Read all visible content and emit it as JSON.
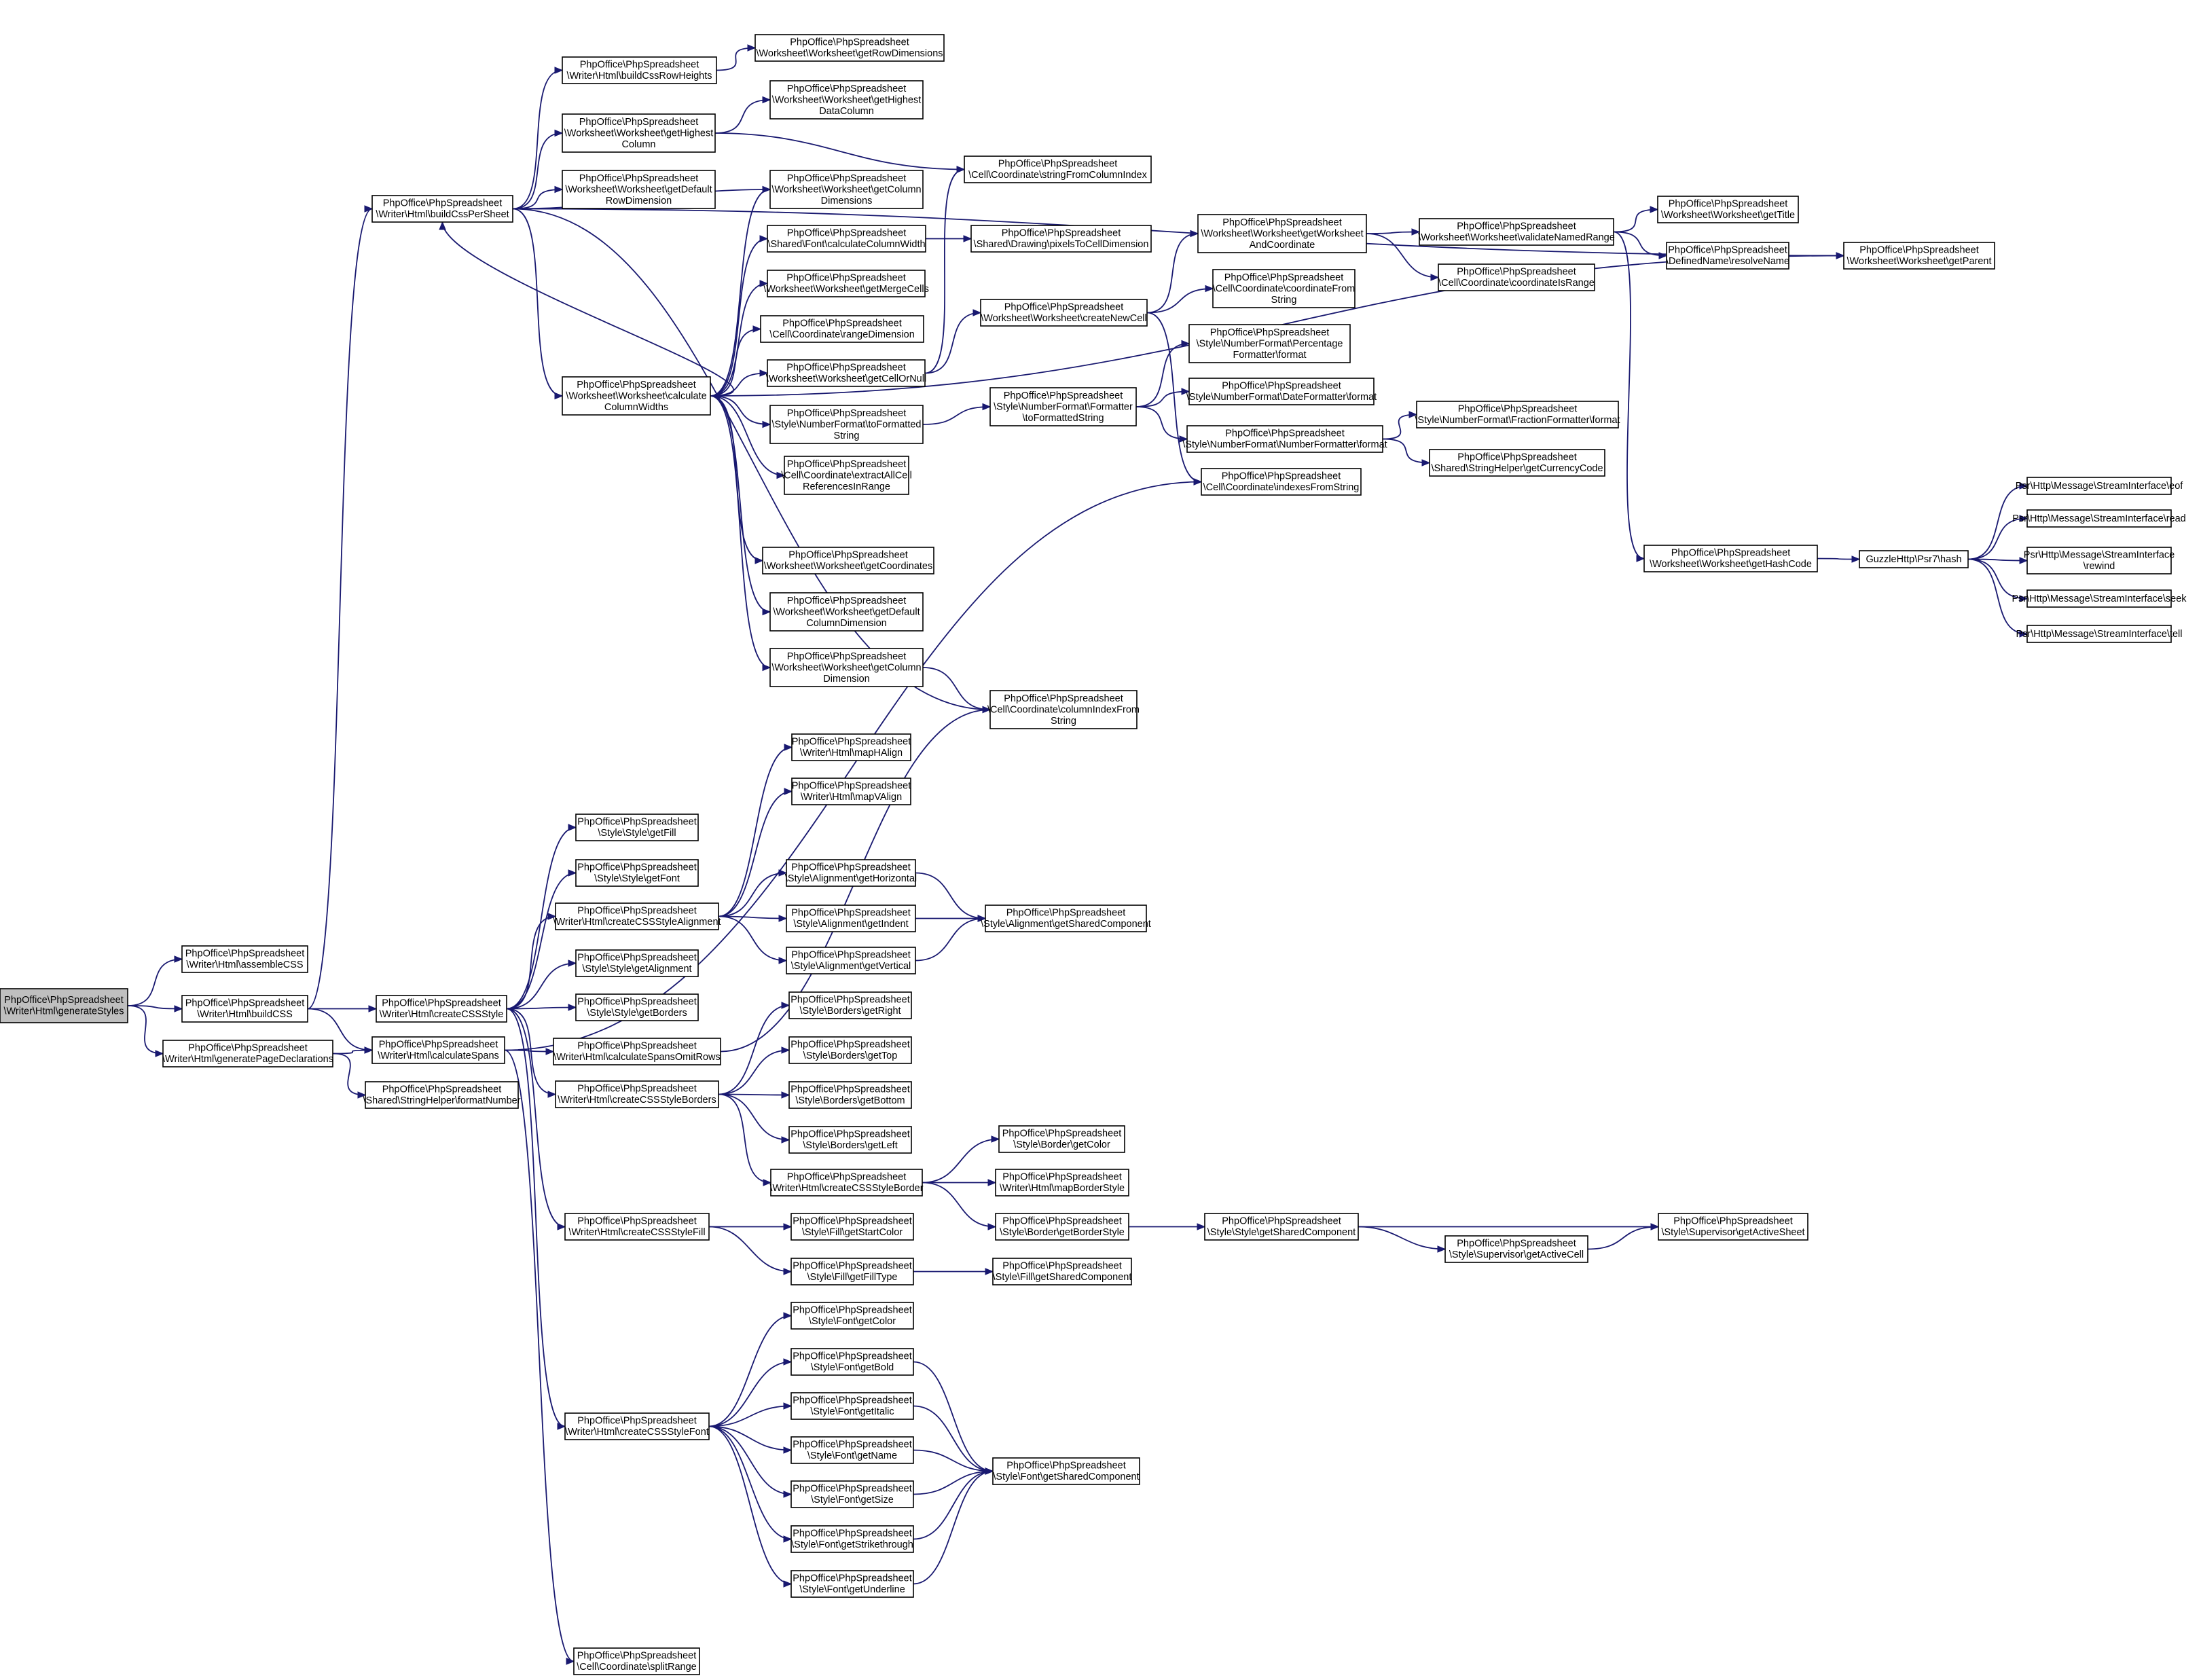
{
  "nodes": [
    {
      "id": "generateStyles",
      "lines": [
        "PhpOffice\\PhpSpreadsheet",
        "\\Writer\\Html\\generateStyles"
      ],
      "root": true
    },
    {
      "id": "assembleCSS",
      "lines": [
        "PhpOffice\\PhpSpreadsheet",
        "\\Writer\\Html\\assembleCSS"
      ]
    },
    {
      "id": "buildCSS",
      "lines": [
        "PhpOffice\\PhpSpreadsheet",
        "\\Writer\\Html\\buildCSS"
      ]
    },
    {
      "id": "generatePageDeclarations",
      "lines": [
        "PhpOffice\\PhpSpreadsheet",
        "\\Writer\\Html\\generatePageDeclarations"
      ]
    },
    {
      "id": "buildCssPerSheet",
      "lines": [
        "PhpOffice\\PhpSpreadsheet",
        "\\Writer\\Html\\buildCssPerSheet"
      ]
    },
    {
      "id": "createCSSStyle",
      "lines": [
        "PhpOffice\\PhpSpreadsheet",
        "\\Writer\\Html\\createCSSStyle"
      ]
    },
    {
      "id": "calculateSpans",
      "lines": [
        "PhpOffice\\PhpSpreadsheet",
        "\\Writer\\Html\\calculateSpans"
      ]
    },
    {
      "id": "formatNumber",
      "lines": [
        "PhpOffice\\PhpSpreadsheet",
        "\\Shared\\StringHelper\\formatNumber"
      ]
    },
    {
      "id": "buildCssRowHeights",
      "lines": [
        "PhpOffice\\PhpSpreadsheet",
        "\\Writer\\Html\\buildCssRowHeights"
      ]
    },
    {
      "id": "getHighestColumn",
      "lines": [
        "PhpOffice\\PhpSpreadsheet",
        "\\Worksheet\\Worksheet\\getHighest",
        "Column"
      ]
    },
    {
      "id": "getDefaultRowDimension",
      "lines": [
        "PhpOffice\\PhpSpreadsheet",
        "\\Worksheet\\Worksheet\\getDefault",
        "RowDimension"
      ]
    },
    {
      "id": "calculateColumnWidths",
      "lines": [
        "PhpOffice\\PhpSpreadsheet",
        "\\Worksheet\\Worksheet\\calculate",
        "ColumnWidths"
      ]
    },
    {
      "id": "getRowDimensions",
      "lines": [
        "PhpOffice\\PhpSpreadsheet",
        "\\Worksheet\\Worksheet\\getRowDimensions"
      ]
    },
    {
      "id": "getHighestDataColumn",
      "lines": [
        "PhpOffice\\PhpSpreadsheet",
        "\\Worksheet\\Worksheet\\getHighest",
        "DataColumn"
      ]
    },
    {
      "id": "getColumnDimensions",
      "lines": [
        "PhpOffice\\PhpSpreadsheet",
        "\\Worksheet\\Worksheet\\getColumn",
        "Dimensions"
      ]
    },
    {
      "id": "calculateColumnWidth",
      "lines": [
        "PhpOffice\\PhpSpreadsheet",
        "\\Shared\\Font\\calculateColumnWidth"
      ]
    },
    {
      "id": "getMergeCells",
      "lines": [
        "PhpOffice\\PhpSpreadsheet",
        "\\Worksheet\\Worksheet\\getMergeCells"
      ]
    },
    {
      "id": "rangeDimension",
      "lines": [
        "PhpOffice\\PhpSpreadsheet",
        "\\Cell\\Coordinate\\rangeDimension"
      ]
    },
    {
      "id": "getCellOrNull",
      "lines": [
        "PhpOffice\\PhpSpreadsheet",
        "\\Worksheet\\Worksheet\\getCellOrNull"
      ]
    },
    {
      "id": "toFormattedString",
      "lines": [
        "PhpOffice\\PhpSpreadsheet",
        "\\Style\\NumberFormat\\toFormatted",
        "String"
      ]
    },
    {
      "id": "extractAllCellReferencesInRange",
      "lines": [
        "PhpOffice\\PhpSpreadsheet",
        "\\Cell\\Coordinate\\extractAllCell",
        "ReferencesInRange"
      ]
    },
    {
      "id": "getCoordinates",
      "lines": [
        "PhpOffice\\PhpSpreadsheet",
        "\\Worksheet\\Worksheet\\getCoordinates"
      ]
    },
    {
      "id": "getDefaultColumnDimension",
      "lines": [
        "PhpOffice\\PhpSpreadsheet",
        "\\Worksheet\\Worksheet\\getDefault",
        "ColumnDimension"
      ]
    },
    {
      "id": "getColumnDimension",
      "lines": [
        "PhpOffice\\PhpSpreadsheet",
        "\\Worksheet\\Worksheet\\getColumn",
        "Dimension"
      ]
    },
    {
      "id": "stringFromColumnIndex",
      "lines": [
        "PhpOffice\\PhpSpreadsheet",
        "\\Cell\\Coordinate\\stringFromColumnIndex"
      ]
    },
    {
      "id": "pixelsToCellDimension",
      "lines": [
        "PhpOffice\\PhpSpreadsheet",
        "\\Shared\\Drawing\\pixelsToCellDimension"
      ]
    },
    {
      "id": "createNewCell",
      "lines": [
        "PhpOffice\\PhpSpreadsheet",
        "\\Worksheet\\Worksheet\\createNewCell"
      ]
    },
    {
      "id": "formatterToFormattedString",
      "lines": [
        "PhpOffice\\PhpSpreadsheet",
        "\\Style\\NumberFormat\\Formatter",
        "\\toFormattedString"
      ]
    },
    {
      "id": "columnIndexFromString",
      "lines": [
        "PhpOffice\\PhpSpreadsheet",
        "\\Cell\\Coordinate\\columnIndexFrom",
        "String"
      ]
    },
    {
      "id": "getWorksheetAndCoordinate",
      "lines": [
        "PhpOffice\\PhpSpreadsheet",
        "\\Worksheet\\Worksheet\\getWorksheet",
        "AndCoordinate"
      ]
    },
    {
      "id": "coordinateFromString",
      "lines": [
        "PhpOffice\\PhpSpreadsheet",
        "\\Cell\\Coordinate\\coordinateFrom",
        "String"
      ]
    },
    {
      "id": "percentageFormat",
      "lines": [
        "PhpOffice\\PhpSpreadsheet",
        "\\Style\\NumberFormat\\Percentage",
        "Formatter\\format"
      ]
    },
    {
      "id": "dateFormat",
      "lines": [
        "PhpOffice\\PhpSpreadsheet",
        "\\Style\\NumberFormat\\DateFormatter\\format"
      ]
    },
    {
      "id": "numberFormat",
      "lines": [
        "PhpOffice\\PhpSpreadsheet",
        "\\Style\\NumberFormat\\NumberFormatter\\format"
      ]
    },
    {
      "id": "indexesFromString",
      "lines": [
        "PhpOffice\\PhpSpreadsheet",
        "\\Cell\\Coordinate\\indexesFromString"
      ]
    },
    {
      "id": "validateNamedRange",
      "lines": [
        "PhpOffice\\PhpSpreadsheet",
        "\\Worksheet\\Worksheet\\validateNamedRange"
      ]
    },
    {
      "id": "coordinateIsRange",
      "lines": [
        "PhpOffice\\PhpSpreadsheet",
        "\\Cell\\Coordinate\\coordinateIsRange"
      ]
    },
    {
      "id": "fractionFormat",
      "lines": [
        "PhpOffice\\PhpSpreadsheet",
        "\\Style\\NumberFormat\\FractionFormatter\\format"
      ]
    },
    {
      "id": "getCurrencyCode",
      "lines": [
        "PhpOffice\\PhpSpreadsheet",
        "\\Shared\\StringHelper\\getCurrencyCode"
      ]
    },
    {
      "id": "getTitle",
      "lines": [
        "PhpOffice\\PhpSpreadsheet",
        "\\Worksheet\\Worksheet\\getTitle"
      ]
    },
    {
      "id": "resolveName",
      "lines": [
        "PhpOffice\\PhpSpreadsheet",
        "\\DefinedName\\resolveName"
      ]
    },
    {
      "id": "getParent",
      "lines": [
        "PhpOffice\\PhpSpreadsheet",
        "\\Worksheet\\Worksheet\\getParent"
      ]
    },
    {
      "id": "getHashCode",
      "lines": [
        "PhpOffice\\PhpSpreadsheet",
        "\\Worksheet\\Worksheet\\getHashCode"
      ]
    },
    {
      "id": "psr7hash",
      "lines": [
        "GuzzleHttp\\Psr7\\hash"
      ]
    },
    {
      "id": "eof",
      "lines": [
        "Psr\\Http\\Message\\StreamInterface\\eof"
      ]
    },
    {
      "id": "read",
      "lines": [
        "Psr\\Http\\Message\\StreamInterface\\read"
      ]
    },
    {
      "id": "rewind",
      "lines": [
        "Psr\\Http\\Message\\StreamInterface",
        "\\rewind"
      ]
    },
    {
      "id": "seek",
      "lines": [
        "Psr\\Http\\Message\\StreamInterface\\seek"
      ]
    },
    {
      "id": "tell",
      "lines": [
        "Psr\\Http\\Message\\StreamInterface\\tell"
      ]
    },
    {
      "id": "getFill",
      "lines": [
        "PhpOffice\\PhpSpreadsheet",
        "\\Style\\Style\\getFill"
      ]
    },
    {
      "id": "getFont",
      "lines": [
        "PhpOffice\\PhpSpreadsheet",
        "\\Style\\Style\\getFont"
      ]
    },
    {
      "id": "createCSSStyleAlignment",
      "lines": [
        "PhpOffice\\PhpSpreadsheet",
        "\\Writer\\Html\\createCSSStyleAlignment"
      ]
    },
    {
      "id": "getAlignment",
      "lines": [
        "PhpOffice\\PhpSpreadsheet",
        "\\Style\\Style\\getAlignment"
      ]
    },
    {
      "id": "getBorders",
      "lines": [
        "PhpOffice\\PhpSpreadsheet",
        "\\Style\\Style\\getBorders"
      ]
    },
    {
      "id": "calculateSpansOmitRows",
      "lines": [
        "PhpOffice\\PhpSpreadsheet",
        "\\Writer\\Html\\calculateSpansOmitRows"
      ]
    },
    {
      "id": "createCSSStyleBorders",
      "lines": [
        "PhpOffice\\PhpSpreadsheet",
        "\\Writer\\Html\\createCSSStyleBorders"
      ]
    },
    {
      "id": "createCSSStyleFill",
      "lines": [
        "PhpOffice\\PhpSpreadsheet",
        "\\Writer\\Html\\createCSSStyleFill"
      ]
    },
    {
      "id": "createCSSStyleFont",
      "lines": [
        "PhpOffice\\PhpSpreadsheet",
        "\\Writer\\Html\\createCSSStyleFont"
      ]
    },
    {
      "id": "splitRange",
      "lines": [
        "PhpOffice\\PhpSpreadsheet",
        "\\Cell\\Coordinate\\splitRange"
      ]
    },
    {
      "id": "mapHAlign",
      "lines": [
        "PhpOffice\\PhpSpreadsheet",
        "\\Writer\\Html\\mapHAlign"
      ]
    },
    {
      "id": "mapVAlign",
      "lines": [
        "PhpOffice\\PhpSpreadsheet",
        "\\Writer\\Html\\mapVAlign"
      ]
    },
    {
      "id": "getHorizontal",
      "lines": [
        "PhpOffice\\PhpSpreadsheet",
        "\\Style\\Alignment\\getHorizontal"
      ]
    },
    {
      "id": "getIndent",
      "lines": [
        "PhpOffice\\PhpSpreadsheet",
        "\\Style\\Alignment\\getIndent"
      ]
    },
    {
      "id": "getVertical",
      "lines": [
        "PhpOffice\\PhpSpreadsheet",
        "\\Style\\Alignment\\getVertical"
      ]
    },
    {
      "id": "alignmentShared",
      "lines": [
        "PhpOffice\\PhpSpreadsheet",
        "\\Style\\Alignment\\getSharedComponent"
      ]
    },
    {
      "id": "getRight",
      "lines": [
        "PhpOffice\\PhpSpreadsheet",
        "\\Style\\Borders\\getRight"
      ]
    },
    {
      "id": "getTop",
      "lines": [
        "PhpOffice\\PhpSpreadsheet",
        "\\Style\\Borders\\getTop"
      ]
    },
    {
      "id": "getBottom",
      "lines": [
        "PhpOffice\\PhpSpreadsheet",
        "\\Style\\Borders\\getBottom"
      ]
    },
    {
      "id": "getLeft",
      "lines": [
        "PhpOffice\\PhpSpreadsheet",
        "\\Style\\Borders\\getLeft"
      ]
    },
    {
      "id": "createCSSStyleBorder",
      "lines": [
        "PhpOffice\\PhpSpreadsheet",
        "\\Writer\\Html\\createCSSStyleBorder"
      ]
    },
    {
      "id": "borderGetColor",
      "lines": [
        "PhpOffice\\PhpSpreadsheet",
        "\\Style\\Border\\getColor"
      ]
    },
    {
      "id": "mapBorderStyle",
      "lines": [
        "PhpOffice\\PhpSpreadsheet",
        "\\Writer\\Html\\mapBorderStyle"
      ]
    },
    {
      "id": "getBorderStyle",
      "lines": [
        "PhpOffice\\PhpSpreadsheet",
        "\\Style\\Border\\getBorderStyle"
      ]
    },
    {
      "id": "styleShared",
      "lines": [
        "PhpOffice\\PhpSpreadsheet",
        "\\Style\\Style\\getSharedComponent"
      ]
    },
    {
      "id": "supervisorGetActiveCell",
      "lines": [
        "PhpOffice\\PhpSpreadsheet",
        "\\Style\\Supervisor\\getActiveCell"
      ]
    },
    {
      "id": "supervisorGetActiveSheet",
      "lines": [
        "PhpOffice\\PhpSpreadsheet",
        "\\Style\\Supervisor\\getActiveSheet"
      ]
    },
    {
      "id": "getStartColor",
      "lines": [
        "PhpOffice\\PhpSpreadsheet",
        "\\Style\\Fill\\getStartColor"
      ]
    },
    {
      "id": "getFillType",
      "lines": [
        "PhpOffice\\PhpSpreadsheet",
        "\\Style\\Fill\\getFillType"
      ]
    },
    {
      "id": "fillShared",
      "lines": [
        "PhpOffice\\PhpSpreadsheet",
        "\\Style\\Fill\\getSharedComponent"
      ]
    },
    {
      "id": "fontGetColor",
      "lines": [
        "PhpOffice\\PhpSpreadsheet",
        "\\Style\\Font\\getColor"
      ]
    },
    {
      "id": "getBold",
      "lines": [
        "PhpOffice\\PhpSpreadsheet",
        "\\Style\\Font\\getBold"
      ]
    },
    {
      "id": "getItalic",
      "lines": [
        "PhpOffice\\PhpSpreadsheet",
        "\\Style\\Font\\getItalic"
      ]
    },
    {
      "id": "getName",
      "lines": [
        "PhpOffice\\PhpSpreadsheet",
        "\\Style\\Font\\getName"
      ]
    },
    {
      "id": "getSize",
      "lines": [
        "PhpOffice\\PhpSpreadsheet",
        "\\Style\\Font\\getSize"
      ]
    },
    {
      "id": "getStrikethrough",
      "lines": [
        "PhpOffice\\PhpSpreadsheet",
        "\\Style\\Font\\getStrikethrough"
      ]
    },
    {
      "id": "getUnderline",
      "lines": [
        "PhpOffice\\PhpSpreadsheet",
        "\\Style\\Font\\getUnderline"
      ]
    },
    {
      "id": "fontShared",
      "lines": [
        "PhpOffice\\PhpSpreadsheet",
        "\\Style\\Font\\getSharedComponent"
      ]
    }
  ],
  "edges": [
    [
      "generateStyles",
      "assembleCSS"
    ],
    [
      "generateStyles",
      "buildCSS"
    ],
    [
      "generateStyles",
      "generatePageDeclarations"
    ],
    [
      "buildCSS",
      "buildCssPerSheet"
    ],
    [
      "buildCSS",
      "createCSSStyle"
    ],
    [
      "buildCSS",
      "calculateSpans"
    ],
    [
      "generatePageDeclarations",
      "calculateSpans"
    ],
    [
      "generatePageDeclarations",
      "formatNumber"
    ],
    [
      "buildCssPerSheet",
      "buildCssRowHeights"
    ],
    [
      "buildCssPerSheet",
      "getHighestColumn"
    ],
    [
      "buildCssPerSheet",
      "getDefaultRowDimension"
    ],
    [
      "buildCssPerSheet",
      "calculateColumnWidths"
    ],
    [
      "buildCssPerSheet",
      "getColumnDimensions"
    ],
    [
      "buildCssPerSheet",
      "columnIndexFromString"
    ],
    [
      "buildCssPerSheet",
      "getParent"
    ],
    [
      "buildCssRowHeights",
      "getRowDimensions"
    ],
    [
      "getHighestColumn",
      "getHighestDataColumn"
    ],
    [
      "getHighestColumn",
      "stringFromColumnIndex"
    ],
    [
      "calculateColumnWidths",
      "buildCssPerSheet"
    ],
    [
      "calculateColumnWidths",
      "getColumnDimensions"
    ],
    [
      "calculateColumnWidths",
      "calculateColumnWidth"
    ],
    [
      "calculateColumnWidths",
      "getMergeCells"
    ],
    [
      "calculateColumnWidths",
      "rangeDimension"
    ],
    [
      "calculateColumnWidths",
      "getCellOrNull"
    ],
    [
      "calculateColumnWidths",
      "toFormattedString"
    ],
    [
      "calculateColumnWidths",
      "extractAllCellReferencesInRange"
    ],
    [
      "calculateColumnWidths",
      "getCoordinates"
    ],
    [
      "calculateColumnWidths",
      "getDefaultColumnDimension"
    ],
    [
      "calculateColumnWidths",
      "getColumnDimension"
    ],
    [
      "calculateColumnWidths",
      "getParent"
    ],
    [
      "calculateColumnWidth",
      "pixelsToCellDimension"
    ],
    [
      "getCellOrNull",
      "stringFromColumnIndex"
    ],
    [
      "getCellOrNull",
      "createNewCell"
    ],
    [
      "toFormattedString",
      "formatterToFormattedString"
    ],
    [
      "getColumnDimension",
      "columnIndexFromString"
    ],
    [
      "createNewCell",
      "getWorksheetAndCoordinate"
    ],
    [
      "createNewCell",
      "coordinateFromString"
    ],
    [
      "createNewCell",
      "indexesFromString"
    ],
    [
      "formatterToFormattedString",
      "percentageFormat"
    ],
    [
      "formatterToFormattedString",
      "dateFormat"
    ],
    [
      "formatterToFormattedString",
      "numberFormat"
    ],
    [
      "getWorksheetAndCoordinate",
      "validateNamedRange"
    ],
    [
      "getWorksheetAndCoordinate",
      "coordinateIsRange"
    ],
    [
      "numberFormat",
      "fractionFormat"
    ],
    [
      "numberFormat",
      "getCurrencyCode"
    ],
    [
      "validateNamedRange",
      "getTitle"
    ],
    [
      "validateNamedRange",
      "resolveName"
    ],
    [
      "validateNamedRange",
      "getHashCode"
    ],
    [
      "resolveName",
      "getParent"
    ],
    [
      "getHashCode",
      "psr7hash"
    ],
    [
      "psr7hash",
      "eof"
    ],
    [
      "psr7hash",
      "read"
    ],
    [
      "psr7hash",
      "rewind"
    ],
    [
      "psr7hash",
      "seek"
    ],
    [
      "psr7hash",
      "tell"
    ],
    [
      "createCSSStyle",
      "getFill"
    ],
    [
      "createCSSStyle",
      "getFont"
    ],
    [
      "createCSSStyle",
      "createCSSStyleAlignment"
    ],
    [
      "createCSSStyle",
      "getAlignment"
    ],
    [
      "createCSSStyle",
      "getBorders"
    ],
    [
      "createCSSStyle",
      "createCSSStyleBorders"
    ],
    [
      "createCSSStyle",
      "createCSSStyleFill"
    ],
    [
      "createCSSStyle",
      "createCSSStyleFont"
    ],
    [
      "calculateSpans",
      "calculateSpansOmitRows"
    ],
    [
      "calculateSpans",
      "splitRange"
    ],
    [
      "calculateSpans",
      "indexesFromString"
    ],
    [
      "calculateSpansOmitRows",
      "columnIndexFromString"
    ],
    [
      "createCSSStyleAlignment",
      "mapHAlign"
    ],
    [
      "createCSSStyleAlignment",
      "mapVAlign"
    ],
    [
      "createCSSStyleAlignment",
      "getHorizontal"
    ],
    [
      "createCSSStyleAlignment",
      "getIndent"
    ],
    [
      "createCSSStyleAlignment",
      "getVertical"
    ],
    [
      "getHorizontal",
      "alignmentShared"
    ],
    [
      "getIndent",
      "alignmentShared"
    ],
    [
      "getVertical",
      "alignmentShared"
    ],
    [
      "createCSSStyleBorders",
      "getRight"
    ],
    [
      "createCSSStyleBorders",
      "getTop"
    ],
    [
      "createCSSStyleBorders",
      "getBottom"
    ],
    [
      "createCSSStyleBorders",
      "getLeft"
    ],
    [
      "createCSSStyleBorders",
      "createCSSStyleBorder"
    ],
    [
      "createCSSStyleBorder",
      "borderGetColor"
    ],
    [
      "createCSSStyleBorder",
      "mapBorderStyle"
    ],
    [
      "createCSSStyleBorder",
      "getBorderStyle"
    ],
    [
      "getBorderStyle",
      "styleShared"
    ],
    [
      "styleShared",
      "supervisorGetActiveCell"
    ],
    [
      "styleShared",
      "supervisorGetActiveSheet"
    ],
    [
      "supervisorGetActiveCell",
      "supervisorGetActiveSheet"
    ],
    [
      "createCSSStyleFill",
      "getStartColor"
    ],
    [
      "createCSSStyleFill",
      "getFillType"
    ],
    [
      "getFillType",
      "fillShared"
    ],
    [
      "createCSSStyleFont",
      "fontGetColor"
    ],
    [
      "createCSSStyleFont",
      "getBold"
    ],
    [
      "createCSSStyleFont",
      "getItalic"
    ],
    [
      "createCSSStyleFont",
      "getName"
    ],
    [
      "createCSSStyleFont",
      "getSize"
    ],
    [
      "createCSSStyleFont",
      "getStrikethrough"
    ],
    [
      "createCSSStyleFont",
      "getUnderline"
    ],
    [
      "getBold",
      "fontShared"
    ],
    [
      "getItalic",
      "fontShared"
    ],
    [
      "getName",
      "fontShared"
    ],
    [
      "getSize",
      "fontShared"
    ],
    [
      "getStrikethrough",
      "fontShared"
    ],
    [
      "getUnderline",
      "fontShared"
    ]
  ],
  "colors": {
    "edge": "#191970",
    "node_border": "#000000",
    "node_fill": "#ffffff",
    "root_fill": "#bfbfbf"
  }
}
